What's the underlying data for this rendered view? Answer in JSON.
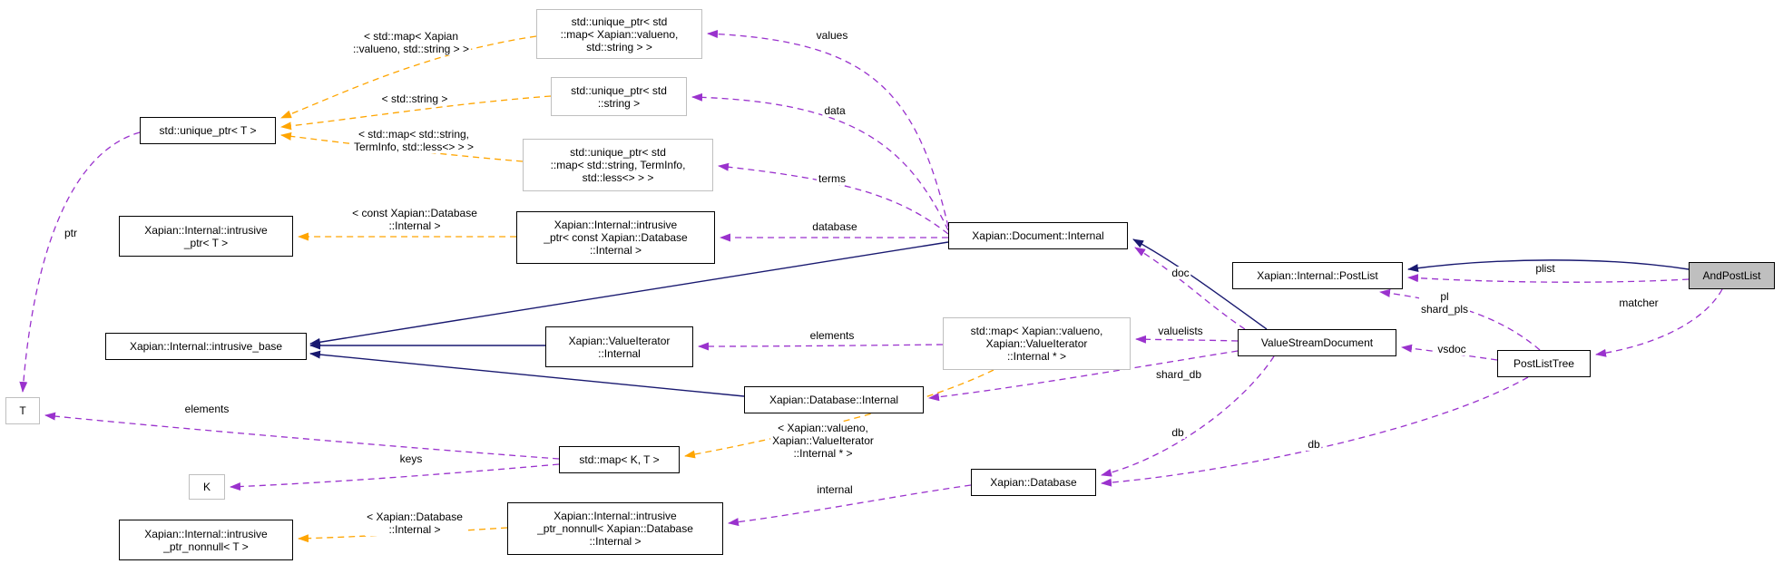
{
  "diagram": {
    "kind": "collaboration-graph",
    "focus_node": "AndPostList"
  },
  "colors": {
    "inherit-edge": "#191970",
    "member-edge": "#9a32cd",
    "template-edge": "#ffa500",
    "node-border": "#000000",
    "node-border-external": "#bfbfbf",
    "node-bg": "#ffffff",
    "focus-bg": "#bfbfbf",
    "canvas-bg": "#ffffff",
    "text": "#000000"
  },
  "nodes": [
    {
      "id": "unique-ptr-map-valueno-string",
      "label": "std::unique_ptr< std\n::map< Xapian::valueno,\nstd::string > >"
    },
    {
      "id": "unique-ptr-string",
      "label": "std::unique_ptr< std\n::string >"
    },
    {
      "id": "unique-ptr-map-terminfo",
      "label": "std::unique_ptr< std\n::map< std::string, TermInfo,\nstd::less<> > >"
    },
    {
      "id": "intrusive-ptr-const-database-internal",
      "label": "Xapian::Internal::intrusive\n_ptr< const Xapian::Database\n::Internal >"
    },
    {
      "id": "unique-ptr-T",
      "label": "std::unique_ptr< T >"
    },
    {
      "id": "intrusive-ptr-T",
      "label": "Xapian::Internal::intrusive\n_ptr< T >"
    },
    {
      "id": "intrusive-base",
      "label": "Xapian::Internal::intrusive_base"
    },
    {
      "id": "T",
      "label": "T"
    },
    {
      "id": "K",
      "label": "K"
    },
    {
      "id": "map-K-T",
      "label": "std::map< K, T >"
    },
    {
      "id": "intrusive-ptr-nonnull-T",
      "label": "Xapian::Internal::intrusive\n_ptr_nonnull< T >"
    },
    {
      "id": "intrusive-ptr-nonnull-database-internal",
      "label": "Xapian::Internal::intrusive\n_ptr_nonnull< Xapian::Database\n::Internal >"
    },
    {
      "id": "valueiterator-internal",
      "label": "Xapian::ValueIterator\n::Internal"
    },
    {
      "id": "document-internal",
      "label": "Xapian::Document::Internal"
    },
    {
      "id": "map-valueno-valueiterator",
      "label": "std::map< Xapian::valueno,\nXapian::ValueIterator\n::Internal * >"
    },
    {
      "id": "database-internal",
      "label": "Xapian::Database::Internal"
    },
    {
      "id": "database",
      "label": "Xapian::Database"
    },
    {
      "id": "postlist",
      "label": "Xapian::Internal::PostList"
    },
    {
      "id": "valuestream-document",
      "label": "ValueStreamDocument"
    },
    {
      "id": "postlisttree",
      "label": "PostListTree"
    },
    {
      "id": "andpostlist",
      "label": "AndPostList"
    }
  ],
  "edges": [
    {
      "from": "document-internal",
      "to": "unique-ptr-map-valueno-string",
      "kind": "member",
      "label": "values"
    },
    {
      "from": "document-internal",
      "to": "unique-ptr-string",
      "kind": "member",
      "label": "data"
    },
    {
      "from": "document-internal",
      "to": "unique-ptr-map-terminfo",
      "kind": "member",
      "label": "terms"
    },
    {
      "from": "document-internal",
      "to": "intrusive-ptr-const-database-internal",
      "kind": "member",
      "label": "database"
    },
    {
      "from": "valuestream-document",
      "to": "document-internal",
      "kind": "member",
      "label": "doc"
    },
    {
      "from": "valuestream-document",
      "to": "map-valueno-valueiterator",
      "kind": "member",
      "label": "valuelists"
    },
    {
      "from": "valuestream-document",
      "to": "database-internal",
      "kind": "member",
      "label": "shard_db"
    },
    {
      "from": "valuestream-document",
      "to": "database",
      "kind": "member",
      "label": "db"
    },
    {
      "from": "postlisttree",
      "to": "database",
      "kind": "member",
      "label": "db"
    },
    {
      "from": "postlisttree",
      "to": "valuestream-document",
      "kind": "member",
      "label": "vsdoc"
    },
    {
      "from": "postlisttree",
      "to": "postlist",
      "kind": "member",
      "label": "pl\nshard_pls"
    },
    {
      "from": "andpostlist",
      "to": "postlist",
      "kind": "member",
      "label": "plist"
    },
    {
      "from": "andpostlist",
      "to": "postlisttree",
      "kind": "member",
      "label": "matcher"
    },
    {
      "from": "map-valueno-valueiterator",
      "to": "valueiterator-internal",
      "kind": "member",
      "label": "elements"
    },
    {
      "from": "unique-ptr-T",
      "to": "T",
      "kind": "member",
      "label": "ptr"
    },
    {
      "from": "map-K-T",
      "to": "T",
      "kind": "member",
      "label": "elements"
    },
    {
      "from": "map-K-T",
      "to": "K",
      "kind": "member",
      "label": "keys"
    },
    {
      "from": "database",
      "to": "intrusive-ptr-nonnull-database-internal",
      "kind": "member",
      "label": "internal"
    },
    {
      "from": "unique-ptr-map-valueno-string",
      "to": "unique-ptr-T",
      "kind": "template",
      "label": "< std::map< Xapian\n::valueno, std::string > >"
    },
    {
      "from": "unique-ptr-string",
      "to": "unique-ptr-T",
      "kind": "template",
      "label": "< std::string >"
    },
    {
      "from": "unique-ptr-map-terminfo",
      "to": "unique-ptr-T",
      "kind": "template",
      "label": "< std::map< std::string,\nTermInfo, std::less<> > >"
    },
    {
      "from": "intrusive-ptr-const-database-internal",
      "to": "intrusive-ptr-T",
      "kind": "template",
      "label": "< const Xapian::Database\n::Internal >"
    },
    {
      "from": "map-valueno-valueiterator",
      "to": "map-K-T",
      "kind": "template",
      "label": "< Xapian::valueno,\nXapian::ValueIterator\n::Internal * >"
    },
    {
      "from": "intrusive-ptr-nonnull-database-internal",
      "to": "intrusive-ptr-nonnull-T",
      "kind": "template",
      "label": "< Xapian::Database\n::Internal >"
    },
    {
      "from": "document-internal",
      "to": "intrusive-base",
      "kind": "inheritance",
      "label": ""
    },
    {
      "from": "valueiterator-internal",
      "to": "intrusive-base",
      "kind": "inheritance",
      "label": ""
    },
    {
      "from": "database-internal",
      "to": "intrusive-base",
      "kind": "inheritance",
      "label": ""
    },
    {
      "from": "valuestream-document",
      "to": "document-internal",
      "kind": "inheritance",
      "label": ""
    },
    {
      "from": "andpostlist",
      "to": "postlist",
      "kind": "inheritance",
      "label": ""
    }
  ]
}
